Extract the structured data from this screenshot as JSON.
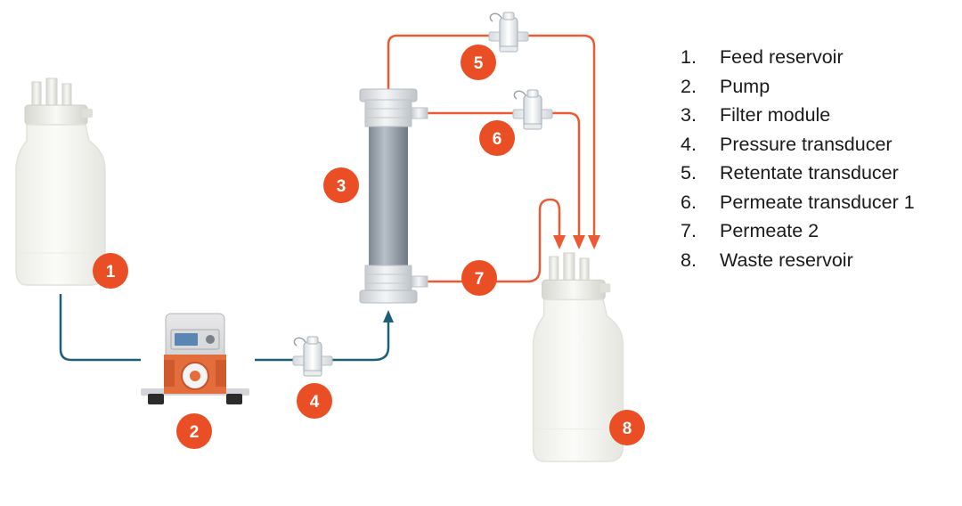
{
  "colors": {
    "retentate_line": "#ec5a34",
    "feed_line": "#1d5f7a",
    "badge": "#ea4e24",
    "bottle_body": "#f6f6f2"
  },
  "badges": [
    "1",
    "2",
    "3",
    "4",
    "5",
    "6",
    "7",
    "8"
  ],
  "legend": [
    {
      "num": "1.",
      "label": "Feed reservoir"
    },
    {
      "num": "2.",
      "label": "Pump"
    },
    {
      "num": "3.",
      "label": "Filter module"
    },
    {
      "num": "4.",
      "label": "Pressure transducer"
    },
    {
      "num": "5.",
      "label": "Retentate transducer"
    },
    {
      "num": "6.",
      "label": "Permeate transducer 1"
    },
    {
      "num": "7.",
      "label": "Permeate 2"
    },
    {
      "num": "8.",
      "label": "Waste reservoir"
    }
  ]
}
